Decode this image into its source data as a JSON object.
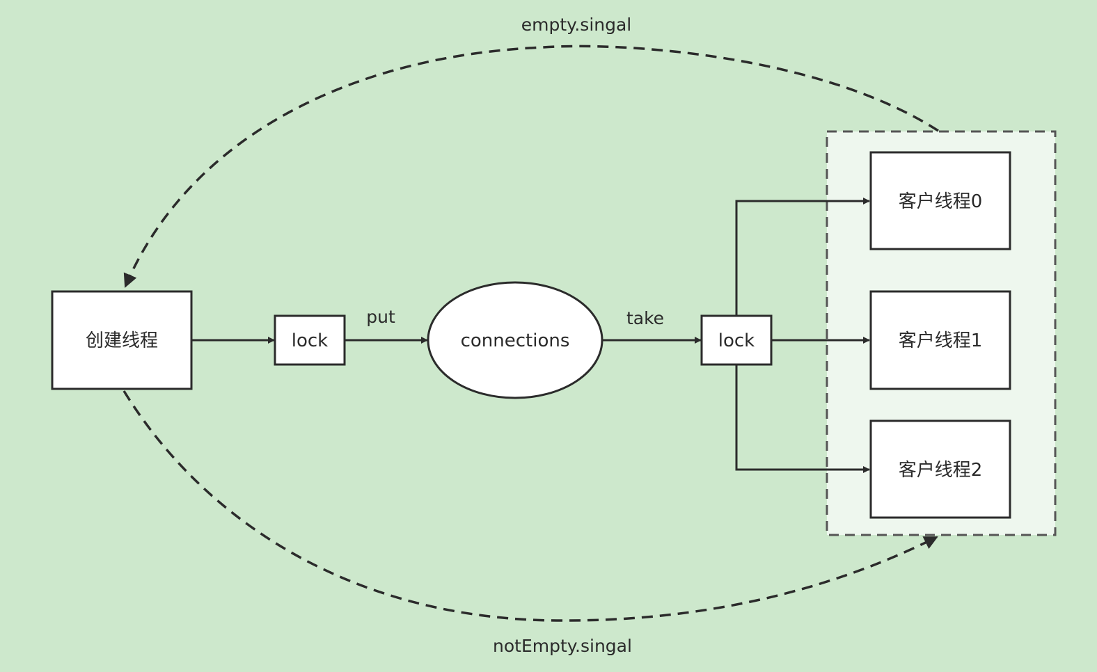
{
  "signals": {
    "empty": "empty.singal",
    "not_empty": "notEmpty.singal"
  },
  "nodes": {
    "creator": "创建线程",
    "lock_put": "lock",
    "connections": "connections",
    "lock_take": "lock",
    "client0": "客户线程0",
    "client1": "客户线程1",
    "client2": "客户线程2"
  },
  "edges": {
    "put": "put",
    "take": "take"
  },
  "colors": {
    "background": "#cde8cc",
    "group_fill": "#eef7ee",
    "stroke": "#2b2b2b"
  }
}
